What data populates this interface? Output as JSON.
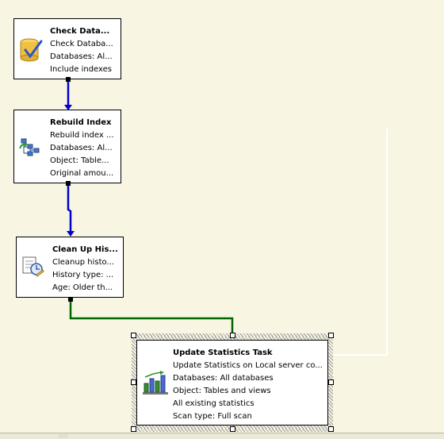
{
  "tasks": [
    {
      "id": "check-database-integrity",
      "title": "Check Data...",
      "lines": [
        "Check Databa...",
        "Databases: Al...",
        "Include indexes"
      ],
      "icon": "database-check-icon"
    },
    {
      "id": "rebuild-index",
      "title": "Rebuild Index",
      "lines": [
        "Rebuild index ...",
        "Databases: Al...",
        "Object: Table...",
        "Original amou..."
      ],
      "icon": "index-tree-icon"
    },
    {
      "id": "clean-up-history",
      "title": "Clean Up His...",
      "lines": [
        "Cleanup histo...",
        "History type: ...",
        "Age: Older th..."
      ],
      "icon": "history-cleanup-icon"
    },
    {
      "id": "update-statistics",
      "title": "Update Statistics Task",
      "lines": [
        "Update Statistics on Local server co...",
        "Databases: All databases",
        "Object: Tables and views",
        "All existing statistics",
        "Scan type: Full scan"
      ],
      "icon": "statistics-chart-icon",
      "selected": true
    }
  ],
  "colors": {
    "background": "#f8f5e3",
    "success_connector": "#0000cc",
    "completion_connector": "#006600",
    "box_border": "#000000"
  },
  "status_bar": {
    "grip": "::::"
  }
}
